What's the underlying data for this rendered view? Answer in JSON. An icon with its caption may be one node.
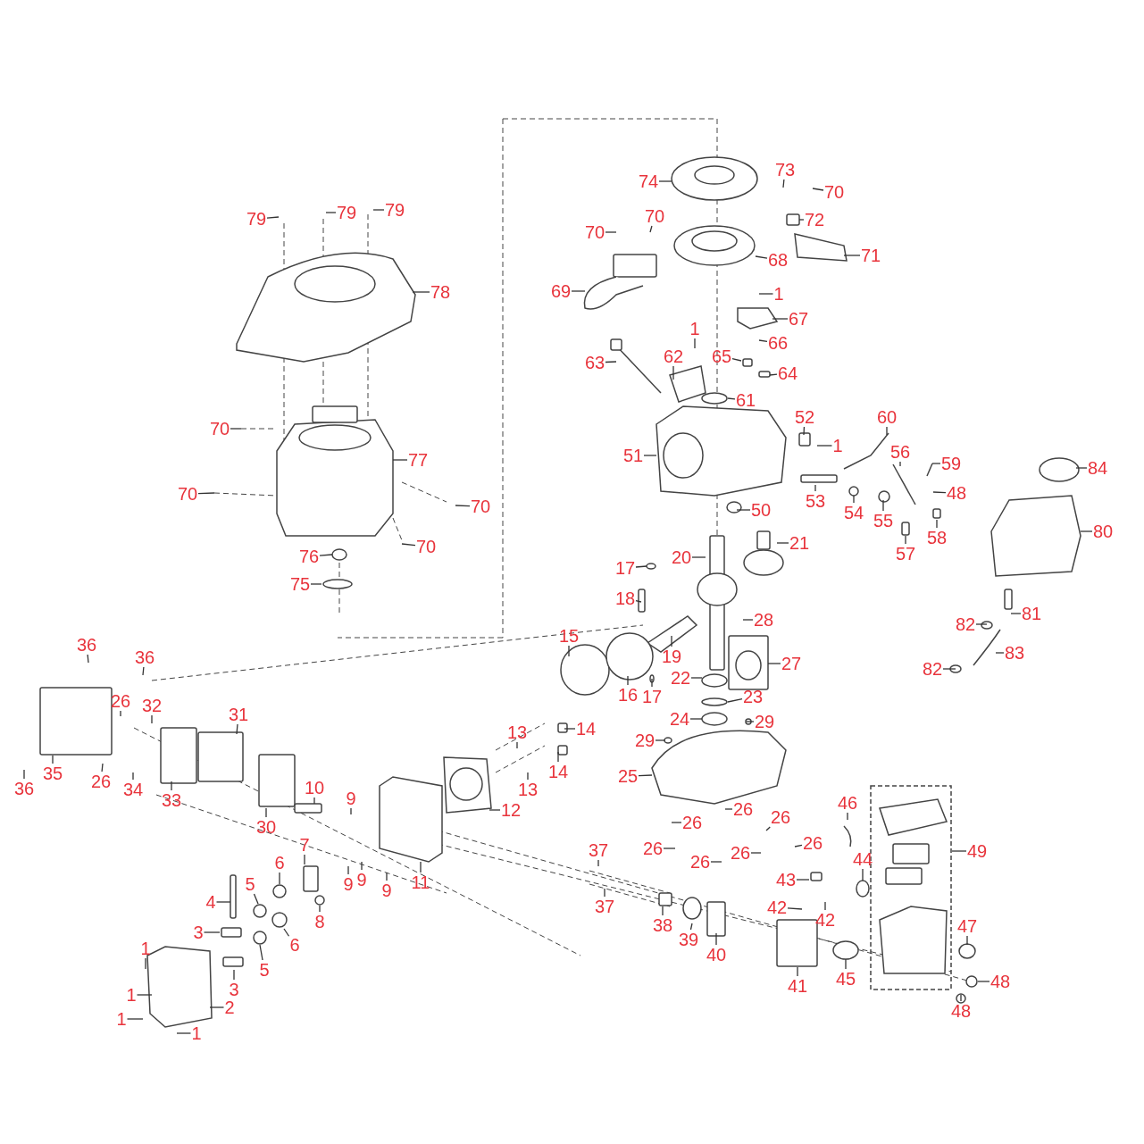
{
  "diagram": {
    "nodes": [
      {
        "text": [
          "79"
        ]
      },
      {
        "text": [
          "79"
        ]
      },
      {
        "text": [
          "79"
        ]
      },
      {
        "text": [
          "78"
        ]
      },
      {
        "text": [
          "70"
        ]
      },
      {
        "text": [
          "77"
        ]
      },
      {
        "text": [
          "70"
        ]
      },
      {
        "text": [
          "70"
        ]
      },
      {
        "text": [
          "70"
        ]
      },
      {
        "text": [
          "76"
        ]
      },
      {
        "text": [
          "75"
        ]
      },
      {
        "text": [
          "74"
        ]
      },
      {
        "text": [
          "73"
        ]
      },
      {
        "text": [
          "70"
        ]
      },
      {
        "text": [
          "72"
        ]
      },
      {
        "text": [
          "70"
        ]
      },
      {
        "text": [
          "70"
        ]
      },
      {
        "text": [
          "68"
        ]
      },
      {
        "text": [
          "71"
        ]
      },
      {
        "text": [
          "69"
        ]
      },
      {
        "text": [
          "1"
        ]
      },
      {
        "text": [
          "67"
        ]
      },
      {
        "text": [
          "1"
        ]
      },
      {
        "text": [
          "66"
        ]
      },
      {
        "text": [
          "62"
        ]
      },
      {
        "text": [
          "65"
        ]
      },
      {
        "text": [
          "63"
        ]
      },
      {
        "text": [
          "64"
        ]
      },
      {
        "text": [
          "61"
        ]
      },
      {
        "text": [
          "52"
        ]
      },
      {
        "text": [
          "60"
        ]
      },
      {
        "text": [
          "1"
        ]
      },
      {
        "text": [
          "51"
        ]
      },
      {
        "text": [
          "56"
        ]
      },
      {
        "text": [
          "59"
        ]
      },
      {
        "text": [
          "48"
        ]
      },
      {
        "text": [
          "53"
        ]
      },
      {
        "text": [
          "54"
        ]
      },
      {
        "text": [
          "55"
        ]
      },
      {
        "text": [
          "50"
        ]
      },
      {
        "text": [
          "58"
        ]
      },
      {
        "text": [
          "57"
        ]
      },
      {
        "text": [
          "21"
        ]
      },
      {
        "text": [
          "20"
        ]
      },
      {
        "text": [
          "84"
        ]
      },
      {
        "text": [
          "80"
        ]
      },
      {
        "text": [
          "17"
        ]
      },
      {
        "text": [
          "18"
        ]
      },
      {
        "text": [
          "81"
        ]
      },
      {
        "text": [
          "28"
        ]
      },
      {
        "text": [
          "82"
        ]
      },
      {
        "text": [
          "19"
        ]
      },
      {
        "text": [
          "27"
        ]
      },
      {
        "text": [
          "83"
        ]
      },
      {
        "text": [
          "82"
        ]
      },
      {
        "text": [
          "15"
        ]
      },
      {
        "text": [
          "16"
        ]
      },
      {
        "text": [
          "17"
        ]
      },
      {
        "text": [
          "22"
        ]
      },
      {
        "text": [
          "23"
        ]
      },
      {
        "text": [
          "24"
        ]
      },
      {
        "text": [
          "29"
        ]
      },
      {
        "text": [
          "36"
        ]
      },
      {
        "text": [
          "36"
        ]
      },
      {
        "text": [
          "26"
        ]
      },
      {
        "text": [
          "32"
        ]
      },
      {
        "text": [
          "31"
        ]
      },
      {
        "text": [
          "14"
        ]
      },
      {
        "text": [
          "29"
        ]
      },
      {
        "text": [
          "13"
        ]
      },
      {
        "text": [
          "25"
        ]
      },
      {
        "text": [
          "14"
        ]
      },
      {
        "text": [
          "13"
        ]
      },
      {
        "text": [
          "36"
        ]
      },
      {
        "text": [
          "35"
        ]
      },
      {
        "text": [
          "26"
        ]
      },
      {
        "text": [
          "34"
        ]
      },
      {
        "text": [
          "33"
        ]
      },
      {
        "text": [
          "10"
        ]
      },
      {
        "text": [
          "30"
        ]
      },
      {
        "text": [
          "9"
        ]
      },
      {
        "text": [
          "12"
        ]
      },
      {
        "text": [
          "46"
        ]
      },
      {
        "text": [
          "26"
        ]
      },
      {
        "text": [
          "26"
        ]
      },
      {
        "text": [
          "26"
        ]
      },
      {
        "text": [
          "26"
        ]
      },
      {
        "text": [
          "49"
        ]
      },
      {
        "text": [
          "26"
        ]
      },
      {
        "text": [
          "37"
        ]
      },
      {
        "text": [
          "26"
        ]
      },
      {
        "text": [
          "26"
        ]
      },
      {
        "text": [
          "9"
        ]
      },
      {
        "text": [
          "9"
        ]
      },
      {
        "text": [
          "9"
        ]
      },
      {
        "text": [
          "11"
        ]
      },
      {
        "text": [
          "7"
        ]
      },
      {
        "text": [
          "6"
        ]
      },
      {
        "text": [
          "5"
        ]
      },
      {
        "text": [
          "4"
        ]
      },
      {
        "text": [
          "8"
        ]
      },
      {
        "text": [
          "43"
        ]
      },
      {
        "text": [
          "44"
        ]
      },
      {
        "text": [
          "42"
        ]
      },
      {
        "text": [
          "42"
        ]
      },
      {
        "text": [
          "37"
        ]
      },
      {
        "text": [
          "47"
        ]
      },
      {
        "text": [
          "6"
        ]
      },
      {
        "text": [
          "5"
        ]
      },
      {
        "text": [
          "3"
        ]
      },
      {
        "text": [
          "38"
        ]
      },
      {
        "text": [
          "39"
        ]
      },
      {
        "text": [
          "40"
        ]
      },
      {
        "text": [
          "1"
        ]
      },
      {
        "text": [
          "3"
        ]
      },
      {
        "text": [
          "41"
        ]
      },
      {
        "text": [
          "45"
        ]
      },
      {
        "text": [
          "48"
        ]
      },
      {
        "text": [
          "48"
        ]
      },
      {
        "text": [
          "1"
        ]
      },
      {
        "text": [
          "2"
        ]
      },
      {
        "text": [
          "1"
        ]
      },
      {
        "text": [
          "1"
        ]
      }
    ],
    "edges": [
      {
        "from": 0,
        "to": null,
        "arrow": "none"
      },
      {
        "from": 1,
        "to": null,
        "arrow": "none"
      },
      {
        "from": 2,
        "to": null,
        "arrow": "none"
      },
      {
        "from": 3,
        "to": null,
        "arrow": "none"
      },
      {
        "from": 4,
        "to": null,
        "arrow": "none"
      },
      {
        "from": 5,
        "to": null,
        "arrow": "none"
      },
      {
        "from": 6,
        "to": null,
        "arrow": "none"
      },
      {
        "from": 7,
        "to": null,
        "arrow": "none"
      },
      {
        "from": 8,
        "to": null,
        "arrow": "none"
      },
      {
        "from": 9,
        "to": null,
        "arrow": "none"
      },
      {
        "from": 10,
        "to": null,
        "arrow": "none"
      },
      {
        "from": 11,
        "to": null,
        "arrow": "none"
      },
      {
        "from": 12,
        "to": null,
        "arrow": "none"
      },
      {
        "from": 13,
        "to": null,
        "arrow": "none"
      },
      {
        "from": 14,
        "to": null,
        "arrow": "none"
      },
      {
        "from": 15,
        "to": null,
        "arrow": "none"
      },
      {
        "from": 16,
        "to": null,
        "arrow": "none"
      },
      {
        "from": 17,
        "to": null,
        "arrow": "none"
      },
      {
        "from": 18,
        "to": null,
        "arrow": "none"
      },
      {
        "from": 19,
        "to": null,
        "arrow": "none"
      },
      {
        "from": 20,
        "to": null,
        "arrow": "none"
      },
      {
        "from": 21,
        "to": null,
        "arrow": "none"
      },
      {
        "from": 22,
        "to": null,
        "arrow": "none"
      },
      {
        "from": 23,
        "to": null,
        "arrow": "none"
      },
      {
        "from": 24,
        "to": null,
        "arrow": "none"
      },
      {
        "from": 25,
        "to": null,
        "arrow": "none"
      },
      {
        "from": 26,
        "to": null,
        "arrow": "none"
      },
      {
        "from": 27,
        "to": null,
        "arrow": "none"
      },
      {
        "from": 28,
        "to": null,
        "arrow": "none"
      },
      {
        "from": 29,
        "to": null,
        "arrow": "none"
      },
      {
        "from": 30,
        "to": null,
        "arrow": "none"
      },
      {
        "from": 31,
        "to": null,
        "arrow": "none"
      },
      {
        "from": 32,
        "to": null,
        "arrow": "none"
      },
      {
        "from": 33,
        "to": null,
        "arrow": "none"
      },
      {
        "from": 34,
        "to": null,
        "arrow": "none"
      },
      {
        "from": 35,
        "to": null,
        "arrow": "none"
      },
      {
        "from": 36,
        "to": null,
        "arrow": "none"
      },
      {
        "from": 37,
        "to": null,
        "arrow": "none"
      },
      {
        "from": 38,
        "to": null,
        "arrow": "none"
      },
      {
        "from": 39,
        "to": null,
        "arrow": "none"
      },
      {
        "from": 40,
        "to": null,
        "arrow": "none"
      },
      {
        "from": 41,
        "to": null,
        "arrow": "none"
      },
      {
        "from": 42,
        "to": null,
        "arrow": "none"
      },
      {
        "from": 43,
        "to": null,
        "arrow": "none"
      },
      {
        "from": 44,
        "to": null,
        "arrow": "none"
      },
      {
        "from": 45,
        "to": null,
        "arrow": "none"
      },
      {
        "from": 46,
        "to": null,
        "arrow": "none"
      },
      {
        "from": 47,
        "to": null,
        "arrow": "none"
      },
      {
        "from": 48,
        "to": null,
        "arrow": "none"
      },
      {
        "from": 49,
        "to": null,
        "arrow": "none"
      },
      {
        "from": 50,
        "to": null,
        "arrow": "none"
      },
      {
        "from": 51,
        "to": null,
        "arrow": "none"
      },
      {
        "from": 52,
        "to": null,
        "arrow": "none"
      },
      {
        "from": 53,
        "to": null,
        "arrow": "none"
      },
      {
        "from": 54,
        "to": null,
        "arrow": "none"
      },
      {
        "from": 55,
        "to": null,
        "arrow": "none"
      },
      {
        "from": 56,
        "to": null,
        "arrow": "none"
      },
      {
        "from": 57,
        "to": null,
        "arrow": "none"
      },
      {
        "from": 58,
        "to": null,
        "arrow": "none"
      },
      {
        "from": 59,
        "to": null,
        "arrow": "none"
      },
      {
        "from": 60,
        "to": null,
        "arrow": "none"
      },
      {
        "from": 61,
        "to": null,
        "arrow": "none"
      },
      {
        "from": 62,
        "to": null,
        "arrow": "none"
      },
      {
        "from": 63,
        "to": null,
        "arrow": "none"
      },
      {
        "from": 64,
        "to": null,
        "arrow": "none"
      },
      {
        "from": 65,
        "to": null,
        "arrow": "none"
      },
      {
        "from": 66,
        "to": null,
        "arrow": "none"
      },
      {
        "from": 67,
        "to": null,
        "arrow": "none"
      },
      {
        "from": 68,
        "to": null,
        "arrow": "none"
      },
      {
        "from": 69,
        "to": null,
        "arrow": "none"
      },
      {
        "from": 70,
        "to": null,
        "arrow": "none"
      },
      {
        "from": 71,
        "to": null,
        "arrow": "none"
      },
      {
        "from": 72,
        "to": null,
        "arrow": "none"
      },
      {
        "from": 73,
        "to": null,
        "arrow": "none"
      },
      {
        "from": 74,
        "to": null,
        "arrow": "none"
      },
      {
        "from": 75,
        "to": null,
        "arrow": "none"
      },
      {
        "from": 76,
        "to": null,
        "arrow": "none"
      },
      {
        "from": 77,
        "to": null,
        "arrow": "none"
      },
      {
        "from": 78,
        "to": null,
        "arrow": "none"
      },
      {
        "from": 79,
        "to": null,
        "arrow": "none"
      },
      {
        "from": 80,
        "to": null,
        "arrow": "none"
      },
      {
        "from": 81,
        "to": null,
        "arrow": "none"
      },
      {
        "from": 82,
        "to": null,
        "arrow": "none"
      },
      {
        "from": 83,
        "to": null,
        "arrow": "none"
      },
      {
        "from": 84,
        "to": null,
        "arrow": "none"
      },
      {
        "from": 85,
        "to": null,
        "arrow": "none"
      },
      {
        "from": 86,
        "to": null,
        "arrow": "none"
      },
      {
        "from": 87,
        "to": null,
        "arrow": "none"
      },
      {
        "from": 88,
        "to": null,
        "arrow": "none"
      },
      {
        "from": 89,
        "to": null,
        "arrow": "none"
      },
      {
        "from": 90,
        "to": null,
        "arrow": "none"
      },
      {
        "from": 91,
        "to": null,
        "arrow": "none"
      },
      {
        "from": 92,
        "to": null,
        "arrow": "none"
      },
      {
        "from": 93,
        "to": null,
        "arrow": "none"
      },
      {
        "from": 94,
        "to": null,
        "arrow": "none"
      },
      {
        "from": 95,
        "to": null,
        "arrow": "none"
      },
      {
        "from": 96,
        "to": null,
        "arrow": "none"
      },
      {
        "from": 97,
        "to": null,
        "arrow": "none"
      },
      {
        "from": 98,
        "to": null,
        "arrow": "none"
      },
      {
        "from": 99,
        "to": null,
        "arrow": "none"
      },
      {
        "from": 100,
        "to": null,
        "arrow": "none"
      },
      {
        "from": 101,
        "to": null,
        "arrow": "none"
      },
      {
        "from": 102,
        "to": null,
        "arrow": "none"
      },
      {
        "from": 103,
        "to": null,
        "arrow": "none"
      },
      {
        "from": 104,
        "to": null,
        "arrow": "none"
      },
      {
        "from": 105,
        "to": null,
        "arrow": "none"
      },
      {
        "from": 106,
        "to": null,
        "arrow": "none"
      },
      {
        "from": 107,
        "to": null,
        "arrow": "none"
      },
      {
        "from": 108,
        "to": null,
        "arrow": "none"
      },
      {
        "from": 109,
        "to": null,
        "arrow": "none"
      },
      {
        "from": 110,
        "to": null,
        "arrow": "none"
      },
      {
        "from": 111,
        "to": null,
        "arrow": "none"
      },
      {
        "from": 112,
        "to": null,
        "arrow": "none"
      },
      {
        "from": 113,
        "to": null,
        "arrow": "none"
      },
      {
        "from": 114,
        "to": null,
        "arrow": "none"
      },
      {
        "from": 115,
        "to": null,
        "arrow": "none"
      },
      {
        "from": 116,
        "to": null,
        "arrow": "none"
      },
      {
        "from": 117,
        "to": null,
        "arrow": "none"
      },
      {
        "from": 118,
        "to": null,
        "arrow": "none"
      },
      {
        "from": 119,
        "to": null,
        "arrow": "none"
      },
      {
        "from": 120,
        "to": null,
        "arrow": "none"
      },
      {
        "from": 121,
        "to": null,
        "arrow": "none"
      },
      {
        "from": 122,
        "to": null,
        "arrow": "none"
      }
    ]
  }
}
